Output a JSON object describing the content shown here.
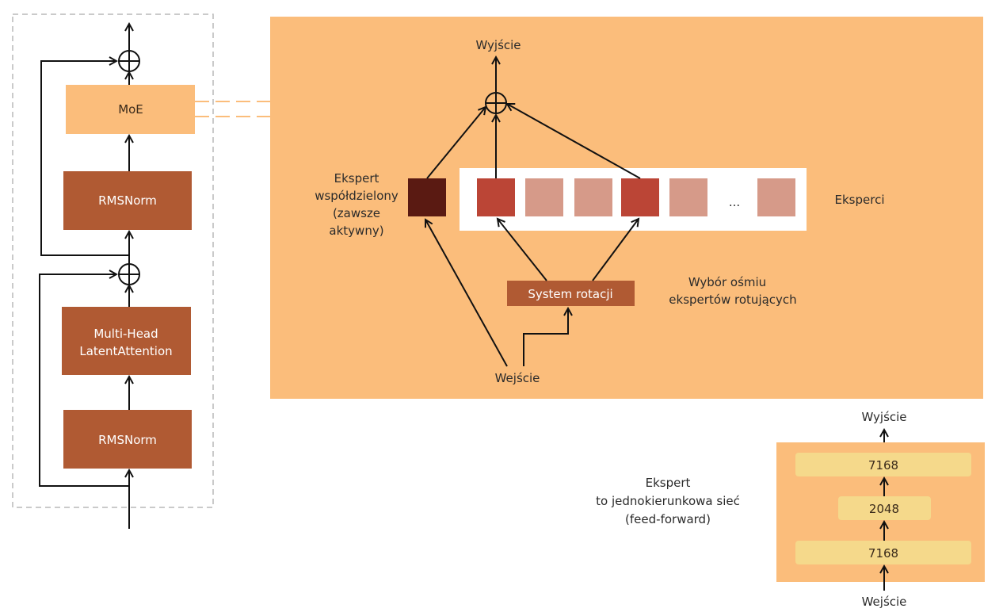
{
  "block": {
    "moe_label": "MoE",
    "rmsnorm_top_label": "RMSNorm",
    "attention_label_line1": "Multi-Head",
    "attention_label_line2": "LatentAttention",
    "rmsnorm_bottom_label": "RMSNorm"
  },
  "moe_panel": {
    "output_label": "Wyjście",
    "input_label": "Wejście",
    "shared_expert_label": [
      "Ekspert",
      "współdzielony",
      "(zawsze",
      "aktywny)"
    ],
    "experts_label": "Eksperci",
    "ellipsis": "...",
    "router_label": "System rotacji",
    "router_caption": [
      "Wybór ośmiu",
      "ekspertów rotujących"
    ]
  },
  "ffn": {
    "output_label": "Wyjście",
    "input_label": "Wejście",
    "caption": [
      "Ekspert",
      "to jednokierunkowa sieć",
      "(feed-forward)"
    ],
    "layers": [
      "7168",
      "2048",
      "7168"
    ]
  },
  "colors": {
    "panel": "#fbbd7b",
    "moe_box": "#fbbd7b",
    "brown_box": "#b05a33",
    "shared_expert": "#5a1a12",
    "active_expert": "#bb4536",
    "inactive_expert": "#d69a89",
    "ffn_layer": "#f5d98b",
    "dashed_border": "#b8b8b8"
  }
}
